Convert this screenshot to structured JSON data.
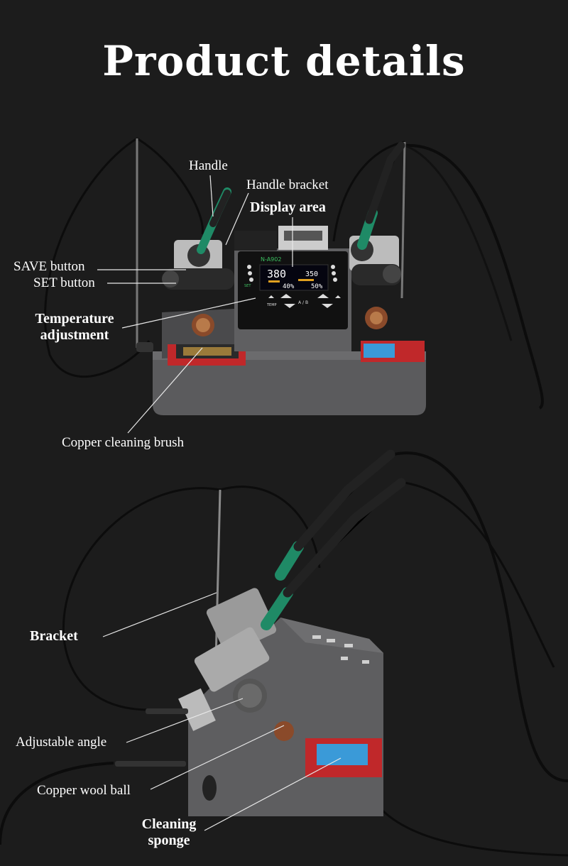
{
  "title": "Product details",
  "top_labels": {
    "handle": "Handle",
    "handle_bracket": "Handle bracket",
    "display_area": "Display area",
    "save_button": "SAVE button",
    "set_button": "SET button",
    "temperature_adjustment": [
      "Temperature",
      "adjustment"
    ],
    "copper_cleaning_brush": "Copper cleaning brush"
  },
  "bottom_labels": {
    "bracket": "Bracket",
    "adjustable_angle": "Adjustable angle",
    "copper_wool_ball": "Copper wool ball",
    "cleaning_sponge": [
      "Cleaning",
      "sponge"
    ]
  },
  "display": {
    "model": "N-A902",
    "temp_a": "380",
    "temp_b": "350",
    "power_a": "40%",
    "power_b": "50%",
    "ab_label": "A / B",
    "temp_label": "TEMP",
    "set_label": "SET"
  },
  "colors": {
    "background": "#1c1c1c",
    "station_body": "#5a5a5c",
    "accent_green": "#1f8a66",
    "sponge_blue": "#3a9ad8",
    "tray_red": "#c0282a"
  }
}
